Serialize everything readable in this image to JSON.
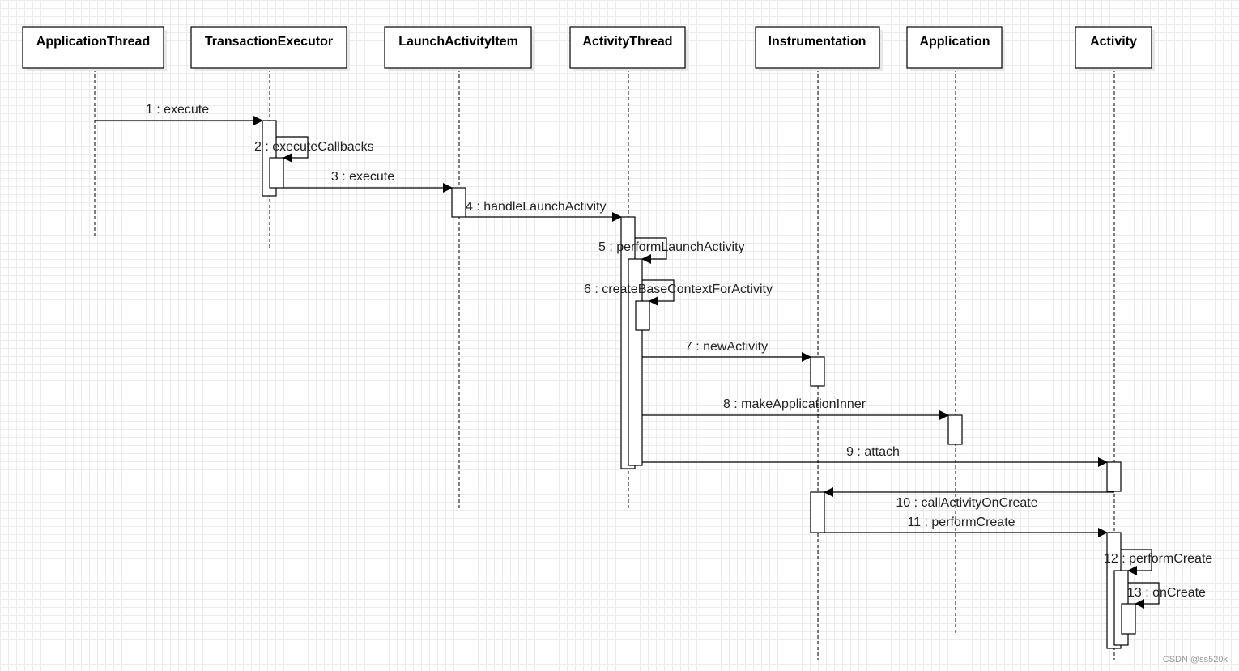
{
  "participants": [
    {
      "id": "p0",
      "label": "ApplicationThread"
    },
    {
      "id": "p1",
      "label": "TransactionExecutor"
    },
    {
      "id": "p2",
      "label": "LaunchActivityItem"
    },
    {
      "id": "p3",
      "label": "ActivityThread"
    },
    {
      "id": "p4",
      "label": "Instrumentation"
    },
    {
      "id": "p5",
      "label": "Application"
    },
    {
      "id": "p6",
      "label": "Activity"
    }
  ],
  "messages": [
    {
      "label": "1 : execute"
    },
    {
      "label": "2 : executeCallbacks"
    },
    {
      "label": "3 : execute"
    },
    {
      "label": "4 : handleLaunchActivity"
    },
    {
      "label": "5 : performLaunchActivity"
    },
    {
      "label": "6 : createBaseContextForActivity"
    },
    {
      "label": "7 : newActivity"
    },
    {
      "label": "8 : makeApplicationInner"
    },
    {
      "label": "9 : attach"
    },
    {
      "label": "10 : callActivityOnCreate"
    },
    {
      "label": "11 : performCreate"
    },
    {
      "label": "12 : performCreate"
    },
    {
      "label": "13 : onCreate"
    }
  ],
  "watermark": "CSDN @ss520k"
}
